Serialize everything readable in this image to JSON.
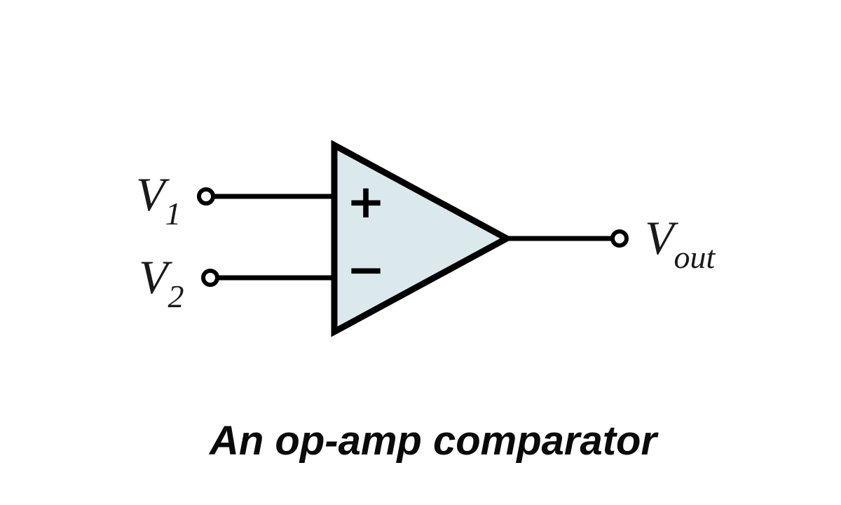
{
  "diagram": {
    "caption": "An op-amp comparator",
    "labels": {
      "v1": {
        "base": "V",
        "sub": "1"
      },
      "v2": {
        "base": "V",
        "sub": "2"
      },
      "vout": {
        "base": "V",
        "sub": "out"
      },
      "noninverting_input": "+",
      "inverting_input": "−"
    },
    "colors": {
      "opamp_fill": "#dce9ec",
      "line": "#000000",
      "background": "#ffffff"
    }
  }
}
